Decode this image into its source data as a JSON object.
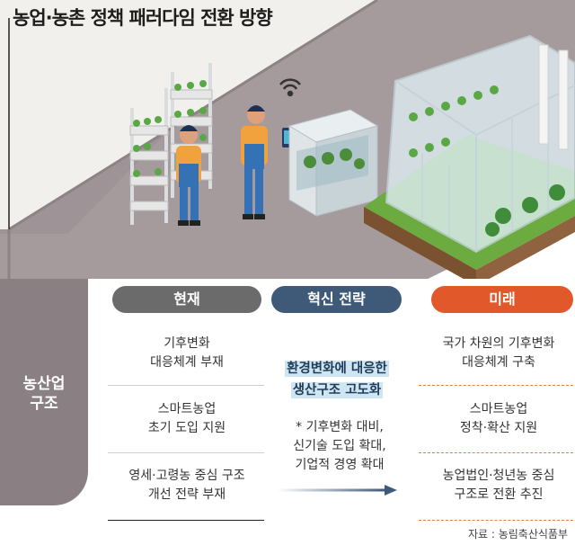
{
  "title": "농업·농촌 정책 패러다임 전환 방향",
  "columns": {
    "current": "현재",
    "innovation": "혁신 전략",
    "future": "미래"
  },
  "row_label": [
    "농산업",
    "구조"
  ],
  "current_items": [
    [
      "기후변화",
      "대응체계 부재"
    ],
    [
      "스마트농업",
      "초기 도입 지원"
    ],
    [
      "영세·고령농 중심 구조",
      "개선 전략 부재"
    ]
  ],
  "innovation": {
    "highlight": [
      "환경변화에 대응한",
      "생산구조 고도화"
    ],
    "note": [
      "* 기후변화 대비,",
      "신기술 도입 확대,",
      "기업적 경영 확대"
    ]
  },
  "future_items": [
    [
      "국가 차원의 기후변화",
      "대응체계 구축"
    ],
    [
      "스마트농업",
      "정착·확산 지원"
    ],
    [
      "농업법인·청년농 중심",
      "구조로 전환 추진"
    ]
  ],
  "source": "자료 : 농림축산식품부",
  "colors": {
    "current": "#6b6b6b",
    "innovation": "#3f5a79",
    "future": "#e1582b",
    "side": "#8a7f83",
    "highlight": "#cfe6f2"
  }
}
